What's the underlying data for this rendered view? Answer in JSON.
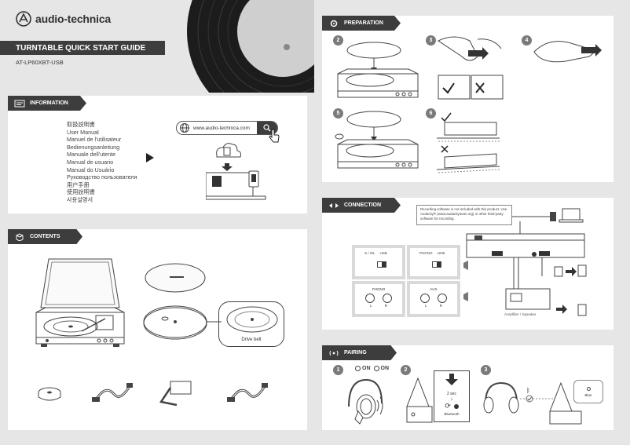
{
  "brand": {
    "name": "audio-technica"
  },
  "title": {
    "main": "TURNTABLE QUICK START GUIDE",
    "model": "AT-LP60XBT-USB"
  },
  "sections": {
    "information": "INFORMATION",
    "contents": "CONTENTS",
    "preparation": "PREPARATION",
    "connection": "CONNECTION",
    "pairing": "PAIRING"
  },
  "information": {
    "languages": [
      "取扱説明書",
      "User Manual",
      "Manuel de l'utilisateur",
      "Bedienungsanleitung",
      "Manuale dell'utente",
      "Manual de usuario",
      "Manual do Usuário",
      "Руководство пользователя",
      "用户手册",
      "使用說明書",
      "사용설명서"
    ],
    "url": "www.audio-technica.com"
  },
  "contents": {
    "drive_belt_label": "Drive belt"
  },
  "preparation": {
    "steps": [
      "2",
      "3",
      "4",
      "5",
      "6"
    ]
  },
  "connection": {
    "note": "Recording software is not included with this product. Use Audacity® (www.audacityteam.org) or other third-party software for recording.",
    "switch_labels": {
      "left_top": "S / S/L",
      "left_usb": "USB",
      "right_top": "PHONO",
      "right_line": "LINE"
    },
    "jack_labels": {
      "phono": "PHONO",
      "aux": "AUX",
      "l": "L",
      "r": "R"
    },
    "amp_label": "Amplifier / Speaker"
  },
  "pairing": {
    "steps": [
      "1",
      "2",
      "3"
    ],
    "on_text": "ON",
    "sec_text": "2 sec",
    "bluetooth_label": "Bluetooth",
    "blue_label": "Blue"
  }
}
